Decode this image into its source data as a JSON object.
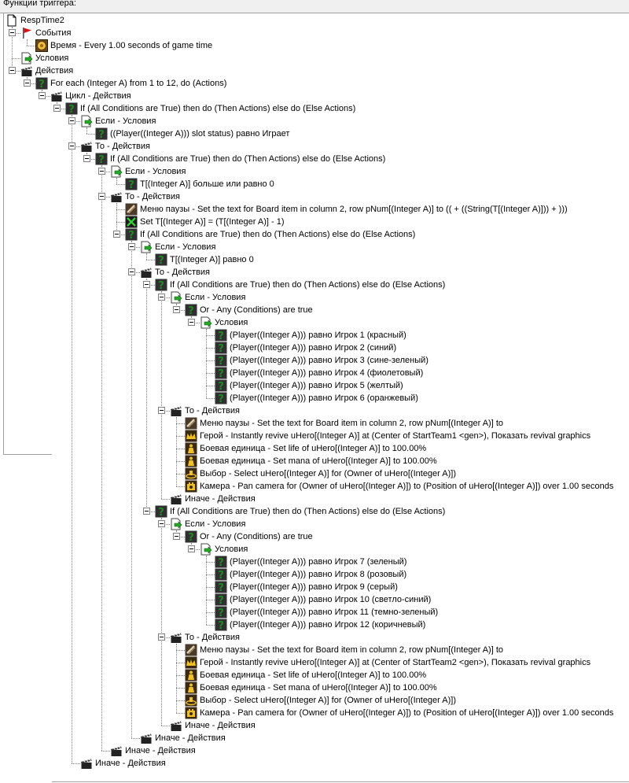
{
  "panel": {
    "title": "Функции триггера:"
  },
  "icons": {
    "trigger": "document-icon",
    "events": "red-flag-icon",
    "event-time": "clock-icon",
    "conditions": "conditions-icon",
    "actions": "clapperboard-icon",
    "loop": "green-question-icon",
    "if": "green-question-icon",
    "condition": "green-question-icon",
    "menu": "scroll-icon",
    "set": "set-variable-icon",
    "hero": "hero-crown-icon",
    "unit": "unit-icon",
    "select": "select-icon",
    "camera": "camera-icon"
  },
  "colors": {
    "question_green": "#1f8a1f",
    "flag_red": "#e01010",
    "board_dark": "#303030"
  },
  "tree": [
    {
      "depth": 0,
      "icon": "trigger",
      "label": "RespTime2",
      "exp": false
    },
    {
      "depth": 1,
      "icon": "events",
      "label": "События",
      "exp": true
    },
    {
      "depth": 2,
      "icon": "event-time",
      "label": "Время - Every 1.00 seconds of game time",
      "exp": false
    },
    {
      "depth": 1,
      "icon": "conditions",
      "label": "Условия",
      "exp": false
    },
    {
      "depth": 1,
      "icon": "actions",
      "label": "Действия",
      "exp": true
    },
    {
      "depth": 2,
      "icon": "loop",
      "label": "For each (Integer A) from 1 to 12, do (Actions)",
      "exp": true
    },
    {
      "depth": 3,
      "icon": "actions",
      "label": "Цикл - Действия",
      "exp": true
    },
    {
      "depth": 4,
      "icon": "if",
      "label": "If (All Conditions are True) then do (Then Actions) else do (Else Actions)",
      "exp": true
    },
    {
      "depth": 5,
      "icon": "conditions",
      "label": "Если - Условия",
      "exp": true
    },
    {
      "depth": 6,
      "icon": "condition",
      "label": "((Player((Integer A))) slot status) равно Играет",
      "exp": false
    },
    {
      "depth": 5,
      "icon": "actions",
      "label": "То - Действия",
      "exp": true
    },
    {
      "depth": 6,
      "icon": "if",
      "label": "If (All Conditions are True) then do (Then Actions) else do (Else Actions)",
      "exp": true
    },
    {
      "depth": 7,
      "icon": "conditions",
      "label": "Если - Условия",
      "exp": true
    },
    {
      "depth": 8,
      "icon": "condition",
      "label": "T[(Integer A)] больше или равно 0",
      "exp": false
    },
    {
      "depth": 7,
      "icon": "actions",
      "label": "То - Действия",
      "exp": true
    },
    {
      "depth": 8,
      "icon": "menu",
      "label": "Меню паузы - Set the text for Board item in column 2, row pNum[(Integer A)] to (( + ((String(T[(Integer A)])) + )))",
      "exp": false
    },
    {
      "depth": 8,
      "icon": "set",
      "label": "Set T[(Integer A)] = (T[(Integer A)] - 1)",
      "exp": false
    },
    {
      "depth": 8,
      "icon": "if",
      "label": "If (All Conditions are True) then do (Then Actions) else do (Else Actions)",
      "exp": true
    },
    {
      "depth": 9,
      "icon": "conditions",
      "label": "Если - Условия",
      "exp": true
    },
    {
      "depth": 10,
      "icon": "condition",
      "label": "T[(Integer A)] равно 0",
      "exp": false
    },
    {
      "depth": 9,
      "icon": "actions",
      "label": "То - Действия",
      "exp": true
    },
    {
      "depth": 10,
      "icon": "if",
      "label": "If (All Conditions are True) then do (Then Actions) else do (Else Actions)",
      "exp": true
    },
    {
      "depth": 11,
      "icon": "conditions",
      "label": "Если - Условия",
      "exp": true
    },
    {
      "depth": 12,
      "icon": "condition",
      "label": "Or - Any (Conditions) are true",
      "exp": true
    },
    {
      "depth": 13,
      "icon": "conditions",
      "label": "Условия",
      "exp": true
    },
    {
      "depth": 14,
      "icon": "condition",
      "label": "(Player((Integer A))) равно Игрок 1 (красный)",
      "exp": false
    },
    {
      "depth": 14,
      "icon": "condition",
      "label": "(Player((Integer A))) равно Игрок 2 (синий)",
      "exp": false
    },
    {
      "depth": 14,
      "icon": "condition",
      "label": "(Player((Integer A))) равно Игрок 3 (сине-зеленый)",
      "exp": false
    },
    {
      "depth": 14,
      "icon": "condition",
      "label": "(Player((Integer A))) равно Игрок 4 (фиолетовый)",
      "exp": false
    },
    {
      "depth": 14,
      "icon": "condition",
      "label": "(Player((Integer A))) равно Игрок 5 (желтый)",
      "exp": false
    },
    {
      "depth": 14,
      "icon": "condition",
      "label": "(Player((Integer A))) равно Игрок 6 (оранжевый)",
      "exp": false
    },
    {
      "depth": 11,
      "icon": "actions",
      "label": "То - Действия",
      "exp": true
    },
    {
      "depth": 12,
      "icon": "menu",
      "label": "Меню паузы - Set the text for Board item in column 2, row pNum[(Integer A)] to",
      "exp": false
    },
    {
      "depth": 12,
      "icon": "hero",
      "label": "Герой - Instantly revive uHero[(Integer A)] at (Center of StartTeam1 <gen>), Показать revival graphics",
      "exp": false
    },
    {
      "depth": 12,
      "icon": "unit",
      "label": "Боевая единица - Set life of uHero[(Integer A)] to 100.00%",
      "exp": false
    },
    {
      "depth": 12,
      "icon": "unit",
      "label": "Боевая единица - Set mana of uHero[(Integer A)] to 100.00%",
      "exp": false
    },
    {
      "depth": 12,
      "icon": "select",
      "label": "Выбор - Select uHero[(Integer A)] for (Owner of uHero[(Integer A)])",
      "exp": false
    },
    {
      "depth": 12,
      "icon": "camera",
      "label": "Камера - Pan camera for (Owner of uHero[(Integer A)]) to (Position of uHero[(Integer A)]) over 1.00 seconds",
      "exp": false
    },
    {
      "depth": 11,
      "icon": "actions",
      "label": "Иначе - Действия",
      "exp": false
    },
    {
      "depth": 10,
      "icon": "if",
      "label": "If (All Conditions are True) then do (Then Actions) else do (Else Actions)",
      "exp": true
    },
    {
      "depth": 11,
      "icon": "conditions",
      "label": "Если - Условия",
      "exp": true
    },
    {
      "depth": 12,
      "icon": "condition",
      "label": "Or - Any (Conditions) are true",
      "exp": true
    },
    {
      "depth": 13,
      "icon": "conditions",
      "label": "Условия",
      "exp": true
    },
    {
      "depth": 14,
      "icon": "condition",
      "label": "(Player((Integer A))) равно Игрок 7 (зеленый)",
      "exp": false
    },
    {
      "depth": 14,
      "icon": "condition",
      "label": "(Player((Integer A))) равно Игрок 8 (розовый)",
      "exp": false
    },
    {
      "depth": 14,
      "icon": "condition",
      "label": "(Player((Integer A))) равно Игрок 9 (серый)",
      "exp": false
    },
    {
      "depth": 14,
      "icon": "condition",
      "label": "(Player((Integer A))) равно Игрок 10 (светло-синий)",
      "exp": false
    },
    {
      "depth": 14,
      "icon": "condition",
      "label": "(Player((Integer A))) равно Игрок 11 (темно-зеленый)",
      "exp": false
    },
    {
      "depth": 14,
      "icon": "condition",
      "label": "(Player((Integer A))) равно Игрок 12 (коричневый)",
      "exp": false
    },
    {
      "depth": 11,
      "icon": "actions",
      "label": "То - Действия",
      "exp": true
    },
    {
      "depth": 12,
      "icon": "menu",
      "label": "Меню паузы - Set the text for Board item in column 2, row pNum[(Integer A)] to",
      "exp": false
    },
    {
      "depth": 12,
      "icon": "hero",
      "label": "Герой - Instantly revive uHero[(Integer A)] at (Center of StartTeam2 <gen>), Показать revival graphics",
      "exp": false
    },
    {
      "depth": 12,
      "icon": "unit",
      "label": "Боевая единица - Set life of uHero[(Integer A)] to 100.00%",
      "exp": false
    },
    {
      "depth": 12,
      "icon": "unit",
      "label": "Боевая единица - Set mana of uHero[(Integer A)] to 100.00%",
      "exp": false
    },
    {
      "depth": 12,
      "icon": "select",
      "label": "Выбор - Select uHero[(Integer A)] for (Owner of uHero[(Integer A)])",
      "exp": false
    },
    {
      "depth": 12,
      "icon": "camera",
      "label": "Камера - Pan camera for (Owner of uHero[(Integer A)]) to (Position of uHero[(Integer A)]) over 1.00 seconds",
      "exp": false
    },
    {
      "depth": 11,
      "icon": "actions",
      "label": "Иначе - Действия",
      "exp": false
    },
    {
      "depth": 9,
      "icon": "actions",
      "label": "Иначе - Действия",
      "exp": false
    },
    {
      "depth": 7,
      "icon": "actions",
      "label": "Иначе - Действия",
      "exp": false
    },
    {
      "depth": 5,
      "icon": "actions",
      "label": "Иначе - Действия",
      "exp": false
    }
  ]
}
